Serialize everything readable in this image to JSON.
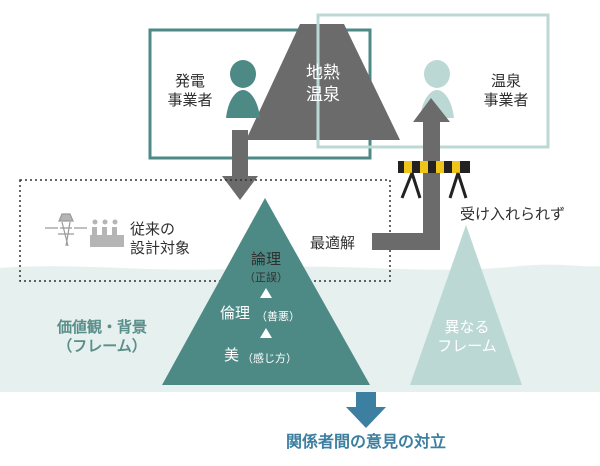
{
  "power_producer_label": "発電\n事業者",
  "hot_spring_operator_label": "温泉\n事業者",
  "geothermal_hot_spring_label": "地熱\n温泉",
  "traditional_target_label": "従来の\n設計対象",
  "optimal_solution_label": "最適解",
  "not_accepted_label": "受け入れられず",
  "logic_label": "論理",
  "logic_sub_label": "（正誤）",
  "ethics_label": "倫理",
  "ethics_sub_label": "（善悪）",
  "aesthetics_label": "美",
  "aesthetics_sub_label": "（感じ方）",
  "values_frame_label": "価値観・背景\n（フレーム）",
  "different_frame_label": "異なる\nフレーム",
  "conflict_label": "関係者間の意見の対立",
  "colors": {
    "dark_teal": "#4d8a86",
    "light_teal": "#bcd8d5",
    "background_teal": "#e6f1ef",
    "dark_gray": "#6b6b6b",
    "arrow_blue": "#3c7fa0"
  }
}
